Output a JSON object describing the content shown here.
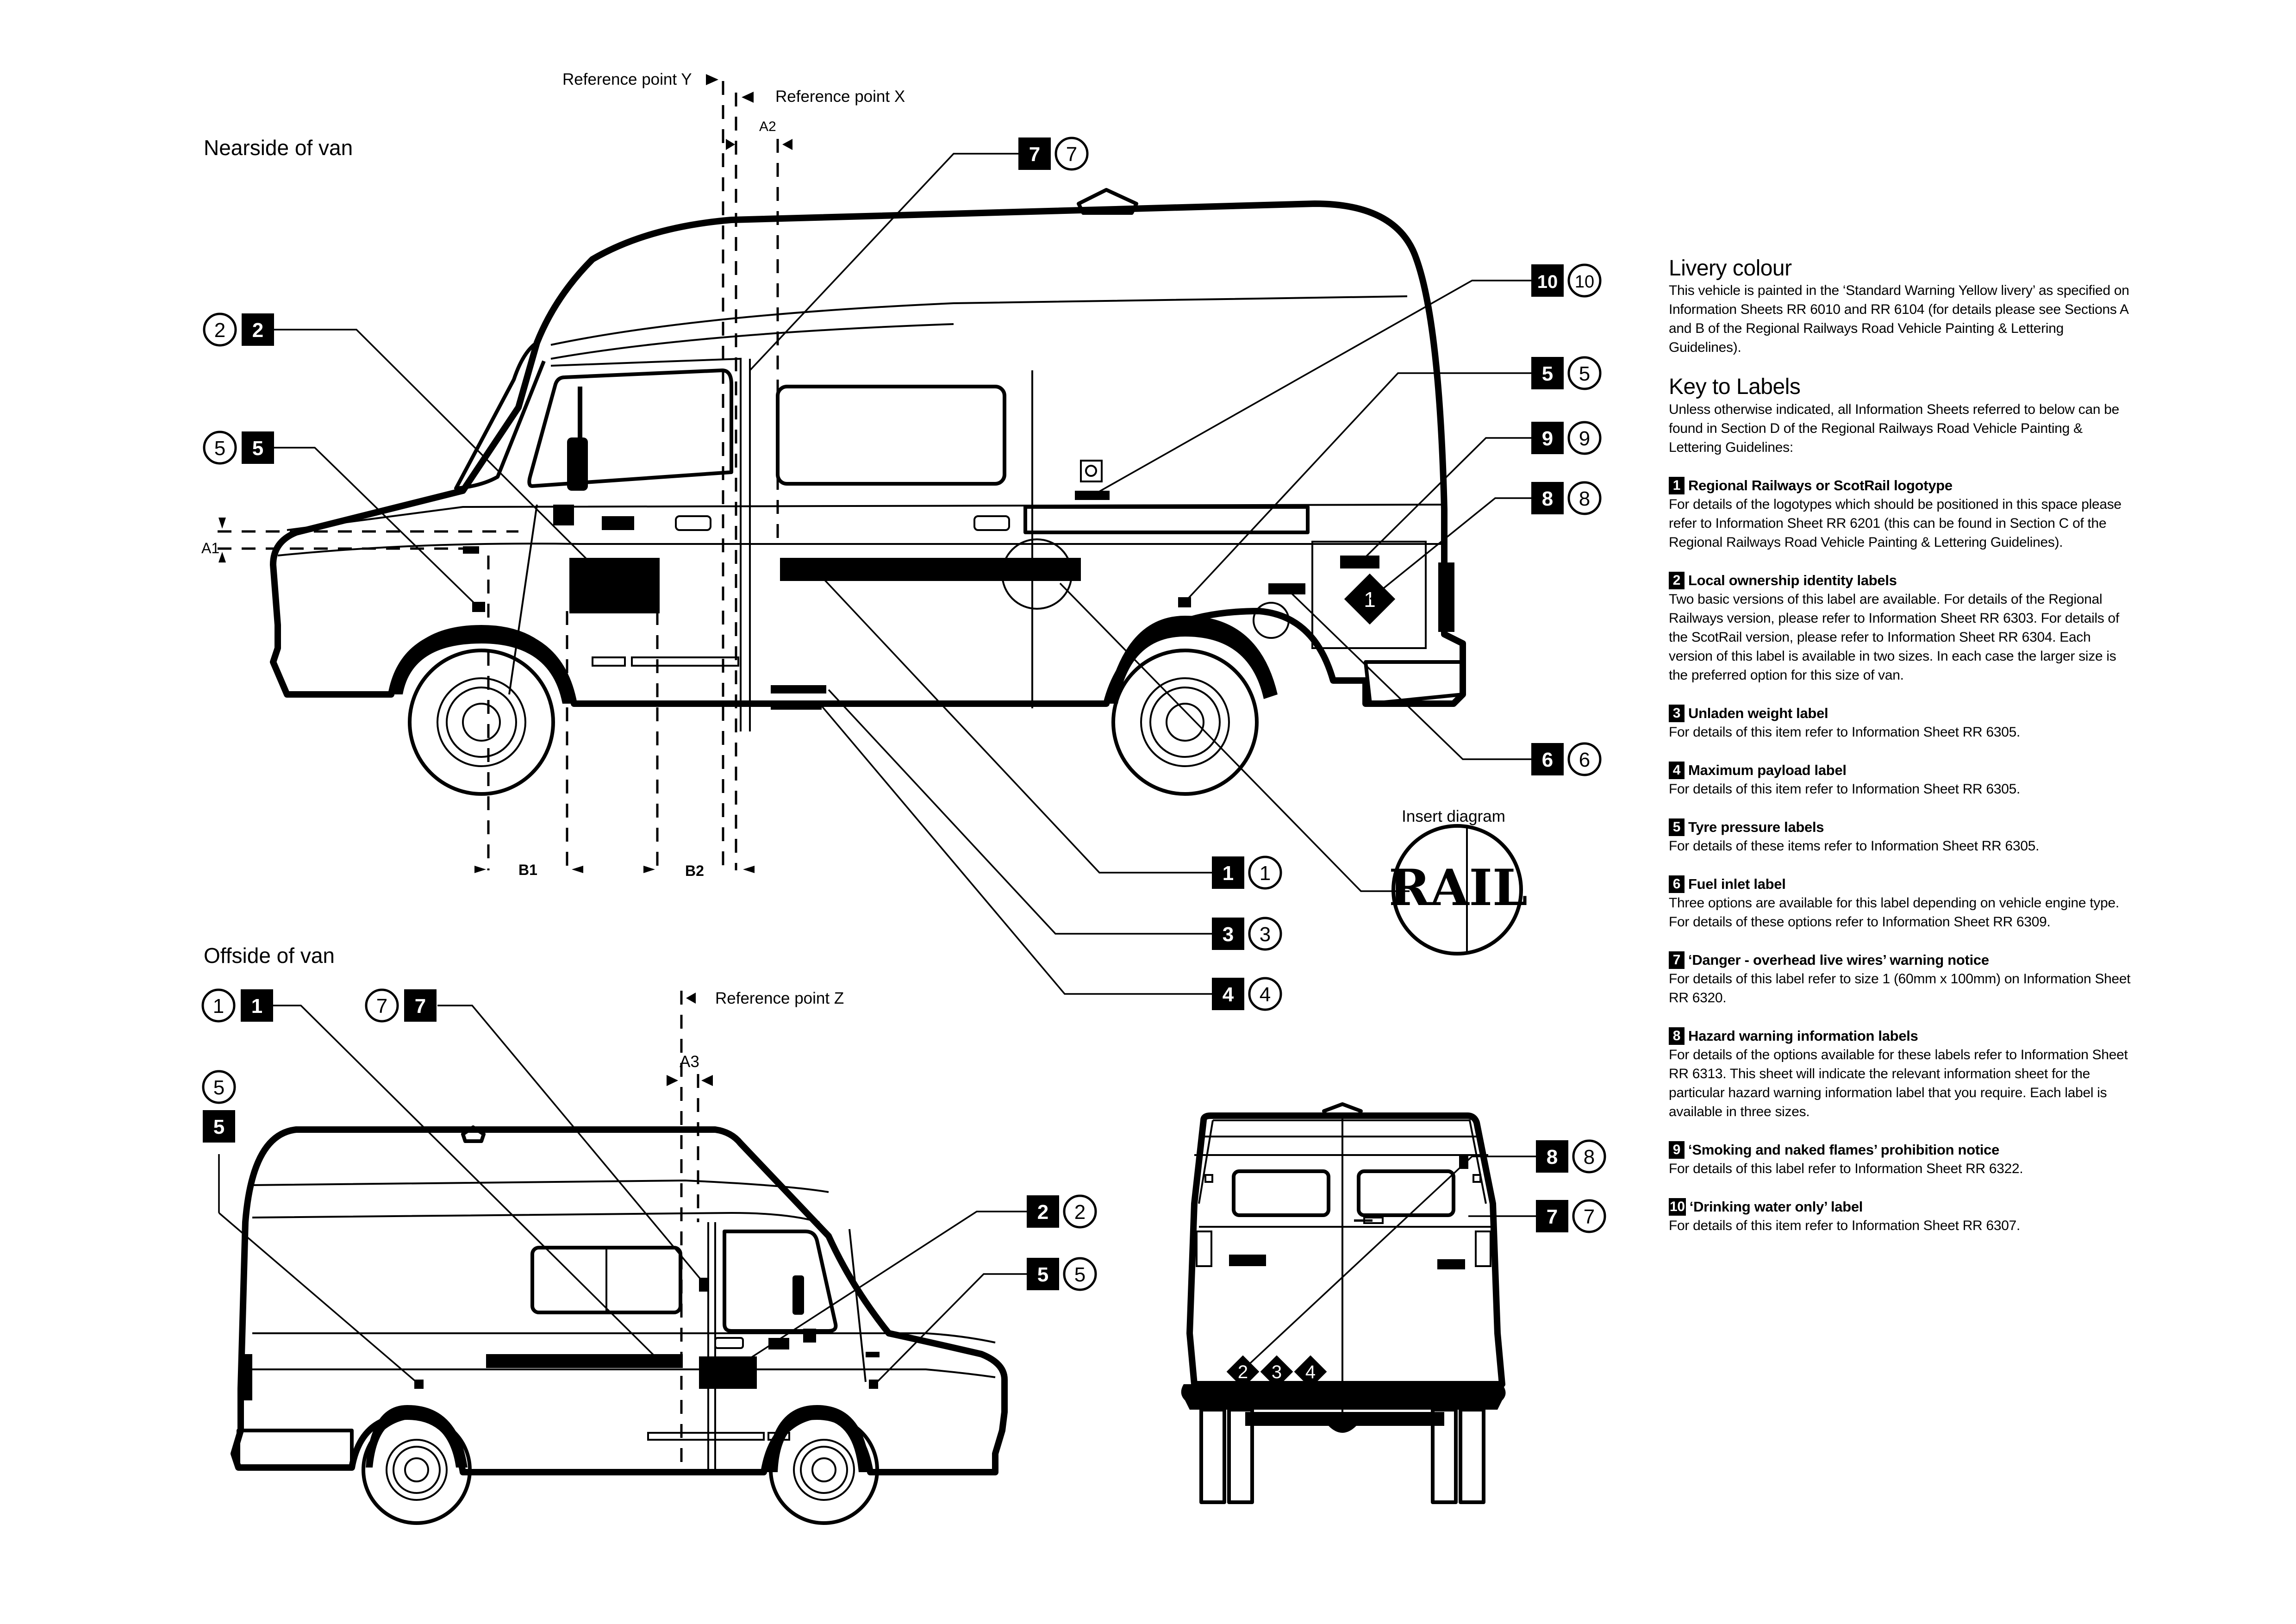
{
  "sections": {
    "nearside_title": "Nearside of van",
    "offside_title": "Offside of van",
    "insert_title": "Insert diagram",
    "insert_text": "RAIL"
  },
  "reference_points": {
    "y": "Reference point Y",
    "x": "Reference point X",
    "z": "Reference point Z"
  },
  "dimensions": {
    "a1": "A1",
    "a2": "A2",
    "a3": "A3",
    "b1": "B1",
    "b2": "B2"
  },
  "callouts": {
    "nearside": [
      "2",
      "5",
      "7",
      "10",
      "5",
      "9",
      "8",
      "6",
      "1",
      "3",
      "4"
    ],
    "offside": [
      "1",
      "7",
      "5",
      "2",
      "5"
    ],
    "rear": [
      "8",
      "7"
    ]
  },
  "hazard_diamonds": {
    "nearside": [
      "1"
    ],
    "rear": [
      "2",
      "3",
      "4"
    ]
  },
  "panel": {
    "livery_title": "Livery colour",
    "livery_text": "This vehicle is painted in the ‘Standard Warning Yellow livery’ as specified on Information Sheets RR 6010 and RR 6104 (for details please see Sections A and B of the Regional Railways Road Vehicle Painting & Lettering Guidelines).",
    "key_title": "Key to Labels",
    "key_intro": "Unless otherwise indicated, all Information Sheets referred to below can be found in Section D of the Regional Railways Road Vehicle Painting & Lettering Guidelines:",
    "items": [
      {
        "num": "1",
        "title": "Regional Railways or ScotRail logotype",
        "text": "For details of the logotypes which should be positioned in this space please refer to Information Sheet RR 6201 (this can be found in Section C of the Regional Railways Road Vehicle Painting & Lettering Guidelines)."
      },
      {
        "num": "2",
        "title": "Local ownership identity labels",
        "text": "Two basic versions of this label are available. For details of the Regional Railways version, please refer to Information Sheet RR 6303. For details of the ScotRail version, please refer to Information Sheet RR 6304. Each version of this label is available in two sizes. In each case the larger size is the preferred option for this size of van."
      },
      {
        "num": "3",
        "title": "Unladen weight label",
        "text": "For details of this item refer to Information Sheet RR 6305."
      },
      {
        "num": "4",
        "title": "Maximum payload label",
        "text": "For details of this item refer to Information Sheet RR 6305."
      },
      {
        "num": "5",
        "title": "Tyre pressure labels",
        "text": "For details of these items refer to Information Sheet RR 6305."
      },
      {
        "num": "6",
        "title": "Fuel inlet label",
        "text": "Three options are available for this label depending on vehicle engine type. For details of these options refer to Information Sheet RR 6309."
      },
      {
        "num": "7",
        "title": "‘Danger - overhead live wires’ warning notice",
        "text": "For details of this label refer to size 1 (60mm x 100mm) on Information Sheet RR 6320."
      },
      {
        "num": "8",
        "title": "Hazard warning information labels",
        "text": "For details of the options available for these labels refer to Information Sheet RR 6313. This sheet will indicate the relevant information sheet for the particular hazard warning information label that you require. Each label is available in three sizes."
      },
      {
        "num": "9",
        "title": "‘Smoking and naked flames’ prohibition notice",
        "text": "For details of this label refer to Information Sheet RR 6322."
      },
      {
        "num": "10",
        "title": "‘Drinking water only’ label",
        "text": "For details of this item refer to Information Sheet RR 6307."
      }
    ]
  }
}
